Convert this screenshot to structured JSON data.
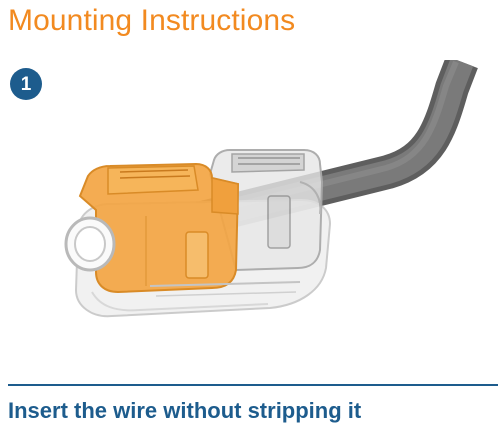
{
  "header": {
    "title": "Mounting Instructions"
  },
  "step": {
    "number": "1",
    "caption": "Insert the wire without stripping it"
  },
  "illustration": {
    "subject": "wire-tap-connector-icon"
  },
  "colors": {
    "title": "#f28a20",
    "accent_blue": "#1d5c8d",
    "connector_orange": "#f3a543",
    "wire_gray": "#707070"
  }
}
